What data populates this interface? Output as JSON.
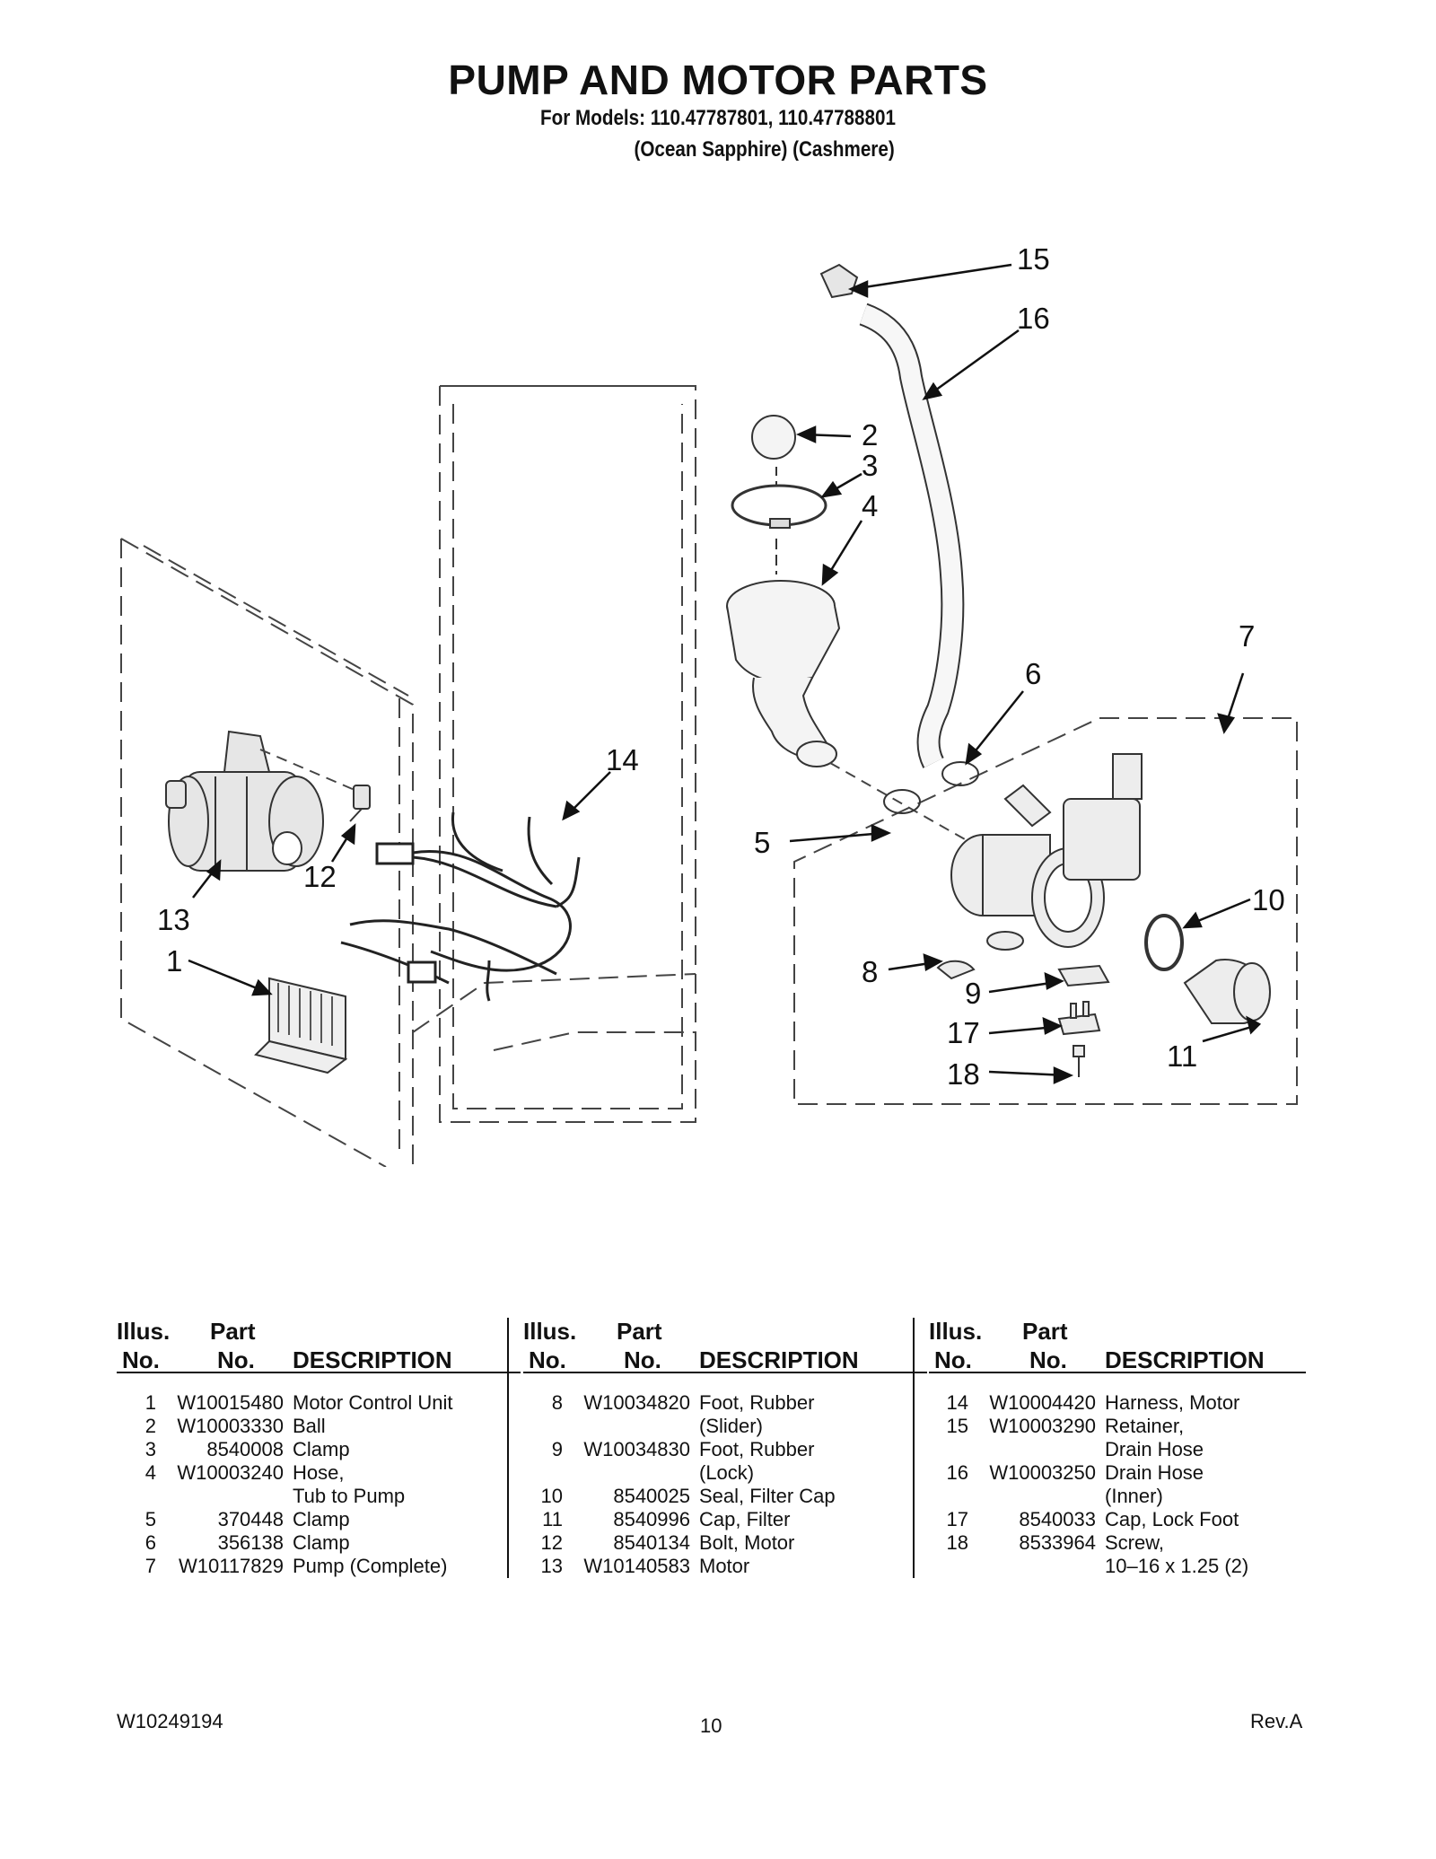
{
  "header": {
    "title": "PUMP AND MOTOR PARTS",
    "models_line": "For Models: 110.47787801, 110.47788801",
    "colors_line": "(Ocean Sapphire)  (Cashmere)"
  },
  "callouts": [
    "1",
    "2",
    "3",
    "4",
    "5",
    "6",
    "7",
    "8",
    "9",
    "10",
    "11",
    "12",
    "13",
    "14",
    "15",
    "16",
    "17",
    "18"
  ],
  "table_headers": {
    "illus_1": "Illus.",
    "illus_2": "No.",
    "part_1": "Part",
    "part_2": "No.",
    "description": "DESCRIPTION"
  },
  "parts_columns": [
    [
      {
        "num": "1",
        "part": "W10015480",
        "desc": "Motor Control Unit"
      },
      {
        "num": "2",
        "part": "W10003330",
        "desc": "Ball"
      },
      {
        "num": "3",
        "part": "8540008",
        "desc": "Clamp"
      },
      {
        "num": "4",
        "part": "W10003240",
        "desc": "Hose,"
      },
      {
        "num": "",
        "part": "",
        "desc": "Tub to Pump"
      },
      {
        "num": "5",
        "part": "370448",
        "desc": "Clamp"
      },
      {
        "num": "6",
        "part": "356138",
        "desc": "Clamp"
      },
      {
        "num": "7",
        "part": "W10117829",
        "desc": "Pump (Complete)"
      }
    ],
    [
      {
        "num": "8",
        "part": "W10034820",
        "desc": "Foot, Rubber"
      },
      {
        "num": "",
        "part": "",
        "desc": "(Slider)"
      },
      {
        "num": "9",
        "part": "W10034830",
        "desc": "Foot, Rubber"
      },
      {
        "num": "",
        "part": "",
        "desc": "(Lock)"
      },
      {
        "num": "10",
        "part": "8540025",
        "desc": "Seal, Filter Cap"
      },
      {
        "num": "11",
        "part": "8540996",
        "desc": "Cap, Filter"
      },
      {
        "num": "12",
        "part": "8540134",
        "desc": "Bolt, Motor"
      },
      {
        "num": "13",
        "part": "W10140583",
        "desc": "Motor"
      }
    ],
    [
      {
        "num": "14",
        "part": "W10004420",
        "desc": "Harness, Motor"
      },
      {
        "num": "15",
        "part": "W10003290",
        "desc": "Retainer,"
      },
      {
        "num": "",
        "part": "",
        "desc": "Drain Hose"
      },
      {
        "num": "16",
        "part": "W10003250",
        "desc": "Drain Hose"
      },
      {
        "num": "",
        "part": "",
        "desc": "(Inner)"
      },
      {
        "num": "17",
        "part": "8540033",
        "desc": "Cap, Lock Foot"
      },
      {
        "num": "18",
        "part": "8533964",
        "desc": "Screw,"
      },
      {
        "num": "",
        "part": "",
        "desc": "10–16 x 1.25 (2)"
      }
    ]
  ],
  "footer": {
    "doc_number": "W10249194",
    "page": "10",
    "revision": "Rev.A"
  }
}
